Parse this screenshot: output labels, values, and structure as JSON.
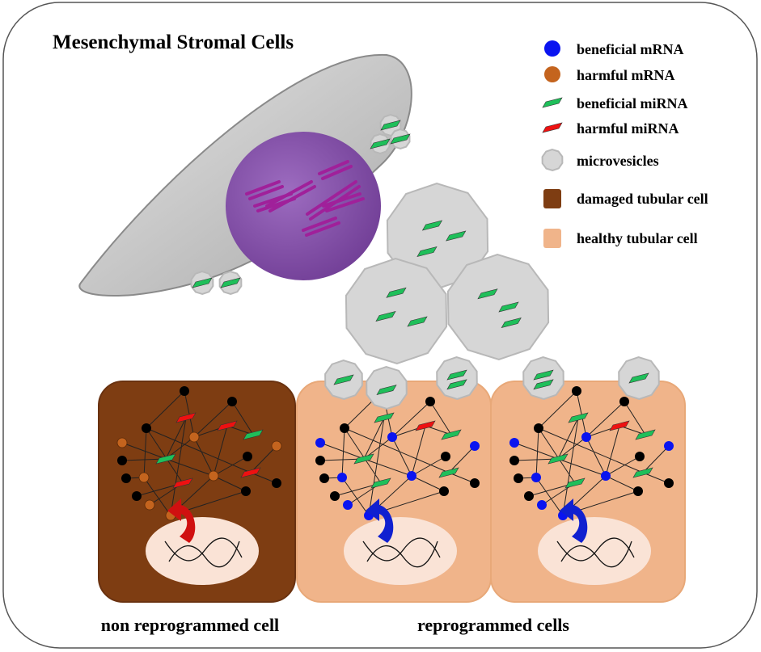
{
  "title": "Mesenchymal Stromal Cells",
  "legend": [
    {
      "icon": "blue-circle-icon",
      "label": "beneficial mRNA",
      "color": "#0a14f0"
    },
    {
      "icon": "orange-circle-icon",
      "label": "harmful mRNA",
      "color": "#c4641e"
    },
    {
      "icon": "green-mirna-icon",
      "label": "beneficial miRNA",
      "color": "#1fbf5a"
    },
    {
      "icon": "red-mirna-icon",
      "label": "harmful miRNA",
      "color": "#ee1111"
    },
    {
      "icon": "microvesicle-icon",
      "label": "microvesicles",
      "color": "#d6d6d6"
    },
    {
      "icon": "damaged-cell-swatch-icon",
      "label": "damaged tubular cell",
      "color": "#7e3d12"
    },
    {
      "icon": "healthy-cell-swatch-icon",
      "label": "healthy tubular cell",
      "color": "#f0b48a"
    }
  ],
  "labels": {
    "non_reprogrammed": "non reprogrammed cell",
    "reprogrammed": "reprogrammed cells"
  }
}
